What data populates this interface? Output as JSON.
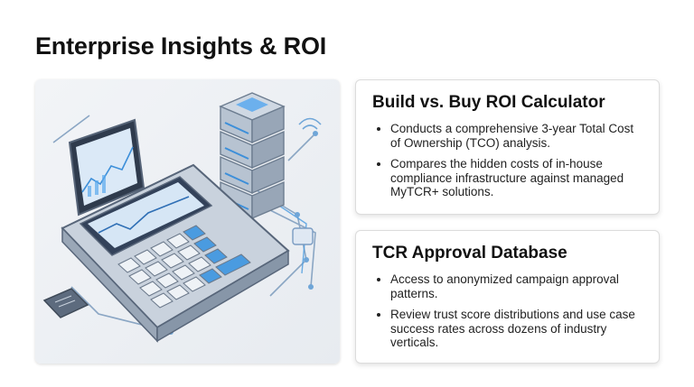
{
  "slide": {
    "title": "Enterprise Insights & ROI"
  },
  "illustration": {
    "icon": "calculator-server-icon",
    "accent": "#3d8fd9"
  },
  "cards": [
    {
      "heading": "Build vs. Buy ROI Calculator",
      "bullets": [
        "Conducts a comprehensive 3-year Total Cost of Ownership (TCO) analysis.",
        "Compares the hidden costs of in-house compliance infrastructure against managed MyTCR+ solutions."
      ]
    },
    {
      "heading": "TCR Approval Database",
      "bullets": [
        "Access to anonymized campaign approval patterns.",
        "Review trust score distributions and use case success rates across dozens of industry verticals."
      ]
    }
  ]
}
